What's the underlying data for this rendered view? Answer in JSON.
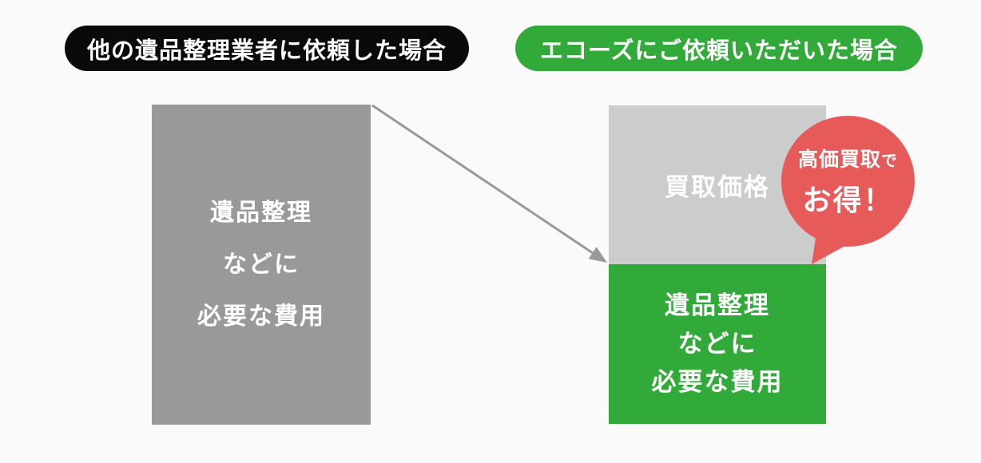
{
  "badges": {
    "other_label": "他の遺品整理業者に依頼した場合",
    "echoes_label": "エコーズにご依頼いただいた場合"
  },
  "other_company_bar": {
    "cost_lines": [
      "遺品整理",
      "などに",
      "必要な費用"
    ]
  },
  "echoes_bar": {
    "buyback_label": "買取価格",
    "cost_lines": [
      "遺品整理",
      "などに",
      "必要な費用"
    ]
  },
  "bubble": {
    "top_main": "高価買取",
    "top_particle": "で",
    "bottom": "お得！"
  },
  "colors": {
    "background": "#fafafa",
    "badge_black": "#0a0a0a",
    "other_bar_gray": "#999999",
    "buyback_gray": "#cccccc",
    "brand_green": "#32aa39",
    "bubble_red": "#e65a5a",
    "arrow_gray": "#999999",
    "text_white": "#ffffff"
  }
}
